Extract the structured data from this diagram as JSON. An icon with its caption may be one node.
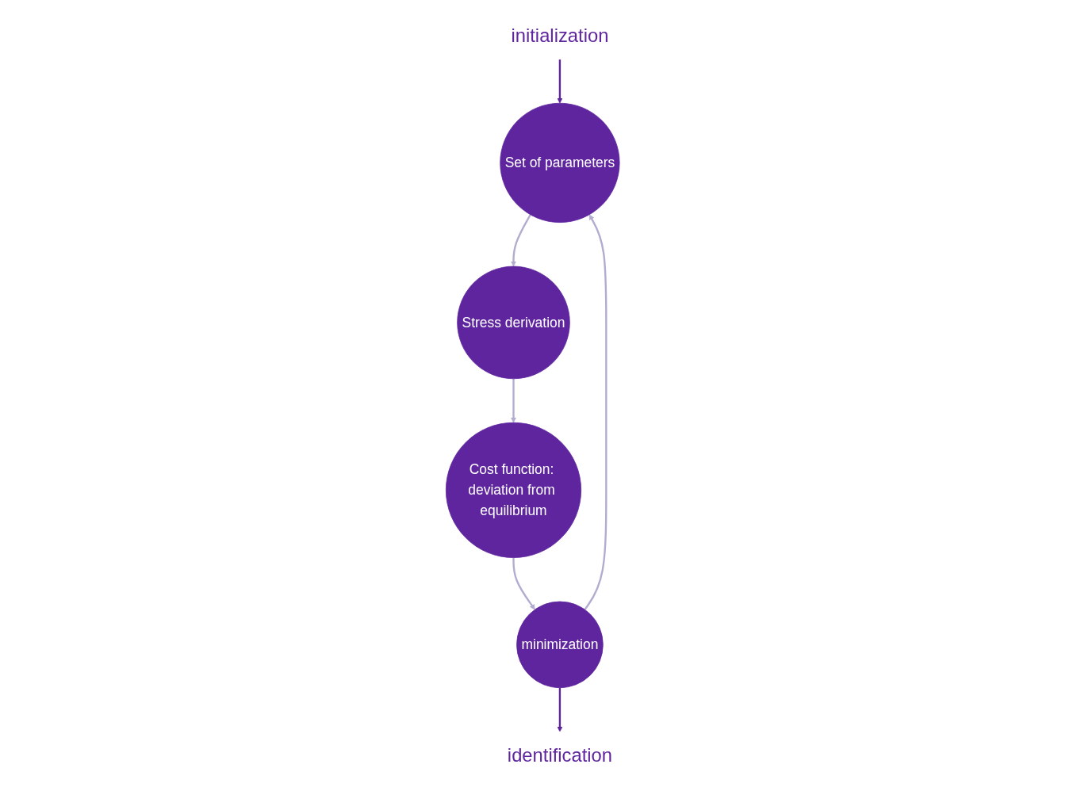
{
  "diagram": {
    "nodes": [
      {
        "text": [
          "initialization"
        ]
      },
      {
        "text": [
          "Set of parameters"
        ]
      },
      {
        "text": [
          "Stress derivation"
        ]
      },
      {
        "text": [
          "Cost function: deviation from equilibrium"
        ]
      },
      {
        "text": [
          "minimization"
        ]
      },
      {
        "text": [
          "identification"
        ]
      }
    ],
    "edges": [
      {
        "from": 0,
        "to": 1,
        "arrow": "to",
        "color": "#5f259f"
      },
      {
        "from": 1,
        "to": 2,
        "arrow": "to",
        "color": "#b4acd0"
      },
      {
        "from": 2,
        "to": 3,
        "arrow": "to",
        "color": "#b4acd0"
      },
      {
        "from": 3,
        "to": 4,
        "arrow": "to",
        "color": "#b4acd0"
      },
      {
        "from": 4,
        "to": 1,
        "arrow": "to",
        "color": "#b4acd0"
      },
      {
        "from": 4,
        "to": 5,
        "arrow": "to",
        "color": "#5f259f"
      }
    ]
  }
}
